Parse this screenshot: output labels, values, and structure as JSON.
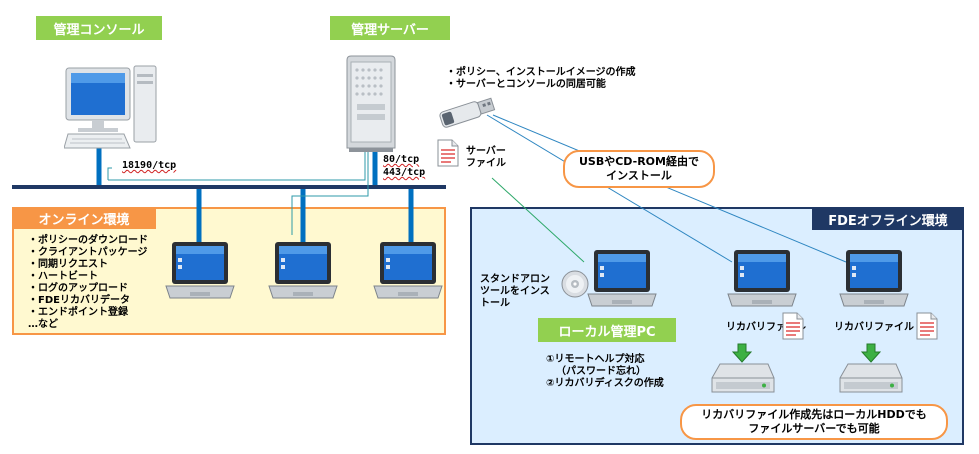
{
  "labels": {
    "console": "管理コンソール",
    "server": "管理サーバー",
    "online": "オンライン環境",
    "offline": "FDEオフライン環境",
    "local_pc": "ローカル管理PC"
  },
  "server_notes": [
    "・ポリシー、インストールイメージの作成",
    "・サーバーとコンソールの同居可能"
  ],
  "ports": {
    "console_port": "18190/tcp",
    "server_port_1": "80/tcp",
    "server_port_2": "443/tcp"
  },
  "server_file": [
    "サーバー",
    "ファイル"
  ],
  "usb_install": [
    "USBやCD-ROM経由で",
    "インストール"
  ],
  "online_items": [
    "・ポリシーのダウンロード",
    "・クライアントパッケージ",
    "・同期リクエスト",
    "・ハートビート",
    "・ログのアップロード",
    "・FDEリカバリデータ",
    "・エンドポイント登録",
    "…など"
  ],
  "standalone": [
    "スタンドアロン",
    "ツールをインス",
    "トール"
  ],
  "local_pc_items": [
    "①リモートヘルプ対応",
    "（パスワード忘れ）",
    "②リカバリディスクの作成"
  ],
  "recovery_file_1": "リカバリファイル",
  "recovery_file_2": "リカバリファイル",
  "recovery_note": [
    "リカバリファイル作成先はローカルHDDでも",
    "ファイルサーバーでも可能"
  ],
  "colors": {
    "green": "#92d050",
    "orange": "#f79646",
    "navy": "#1f3864",
    "network_blue": "#0070c0",
    "online_bg": "#fff9d0",
    "offline_bg": "#dbeeff"
  },
  "icons": [
    "desktop-pc-icon",
    "tower-server-icon",
    "usb-stick-icon",
    "document-icon",
    "laptop-icon",
    "cd-disc-icon",
    "hard-drive-icon",
    "down-arrow-icon"
  ]
}
